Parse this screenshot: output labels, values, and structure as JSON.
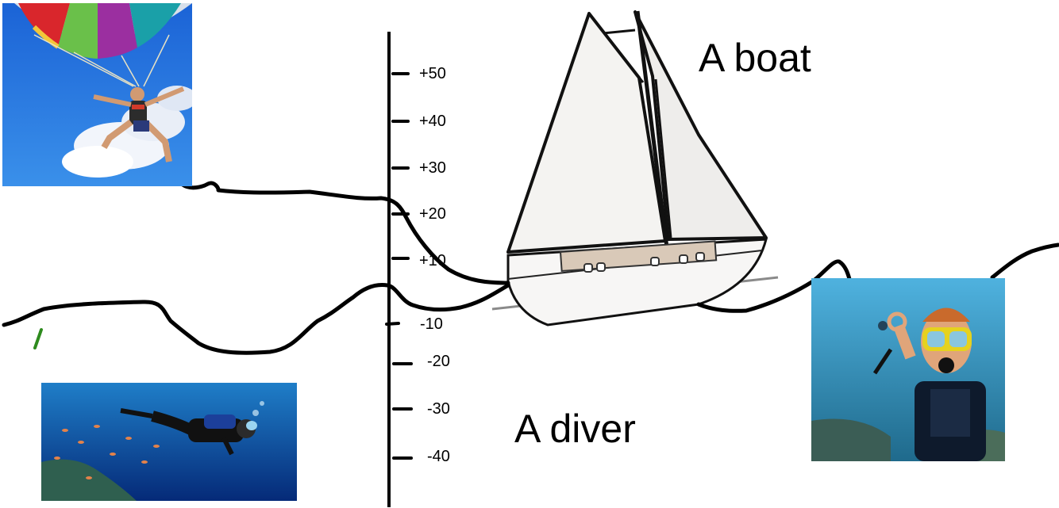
{
  "labels": {
    "boat": "A boat",
    "diver": "A diver"
  },
  "axis": {
    "ticks": [
      "+50",
      "+40",
      "+30",
      "+20",
      "+10",
      "-10",
      "-20",
      "-30",
      "-40"
    ]
  },
  "pictures": {
    "parasail": "parasailing person photo",
    "sailboat": "sailboat drawing",
    "diver_reef": "scuba diver over reef photo",
    "diver_ok": "scuba diver ok-sign photo"
  },
  "colors": {
    "ink": "#000000",
    "sky": "#1e6fd8",
    "ocean": "#0b4aa8",
    "sail": "#f4f3f1",
    "green_mark": "#2e8b1e"
  }
}
